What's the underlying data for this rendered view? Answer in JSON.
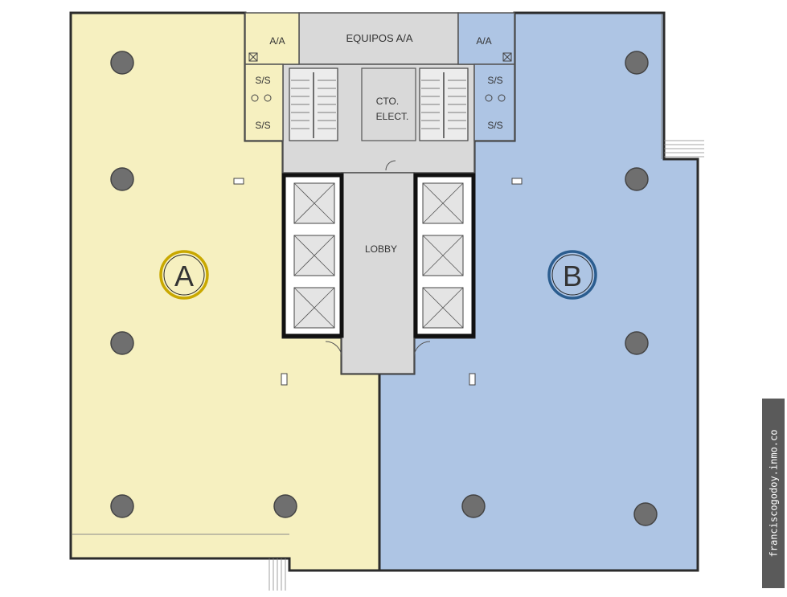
{
  "labels": {
    "equipos": "EQUIPOS A/A",
    "aa_left": "A/A",
    "aa_right": "A/A",
    "ss": "S/S",
    "cto_line1": "CTO.",
    "cto_line2": "ELECT.",
    "lobby": "LOBBY",
    "zone_a": "A",
    "zone_b": "B"
  },
  "watermark": "franciscogodoy.inmo.co",
  "colors": {
    "zone_a_fill": "#f6f0c0",
    "zone_b_fill": "#aec5e4",
    "core_fill": "#d9d9d9",
    "column_fill": "#6f6f6f",
    "zone_a_ring": "#c9a800",
    "zone_b_ring": "#2b5d8f",
    "wall": "#2b2b2b"
  }
}
